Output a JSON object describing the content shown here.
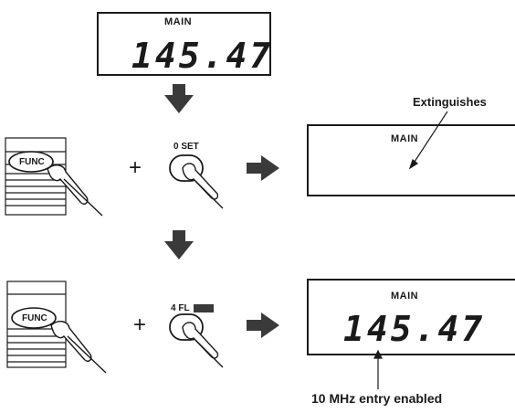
{
  "top_display": {
    "label": "MAIN",
    "frequency": "145.47"
  },
  "step1": {
    "func_button_label": "FUNC",
    "plus_symbol": "+",
    "key_label": "0 SET",
    "result_callout": "Extinguishes",
    "result_display_label": "MAIN"
  },
  "step2": {
    "func_button_label": "FUNC",
    "plus_symbol": "+",
    "key_label": "4 FL",
    "key_badge_icon": "scan-badge-icon",
    "result_display_label": "MAIN",
    "result_frequency": "145.47",
    "result_callout": "10 MHz entry enabled"
  },
  "colors": {
    "ink": "#1a1a1a",
    "arrow": "#3a3a3a",
    "background": "#ffffff"
  }
}
